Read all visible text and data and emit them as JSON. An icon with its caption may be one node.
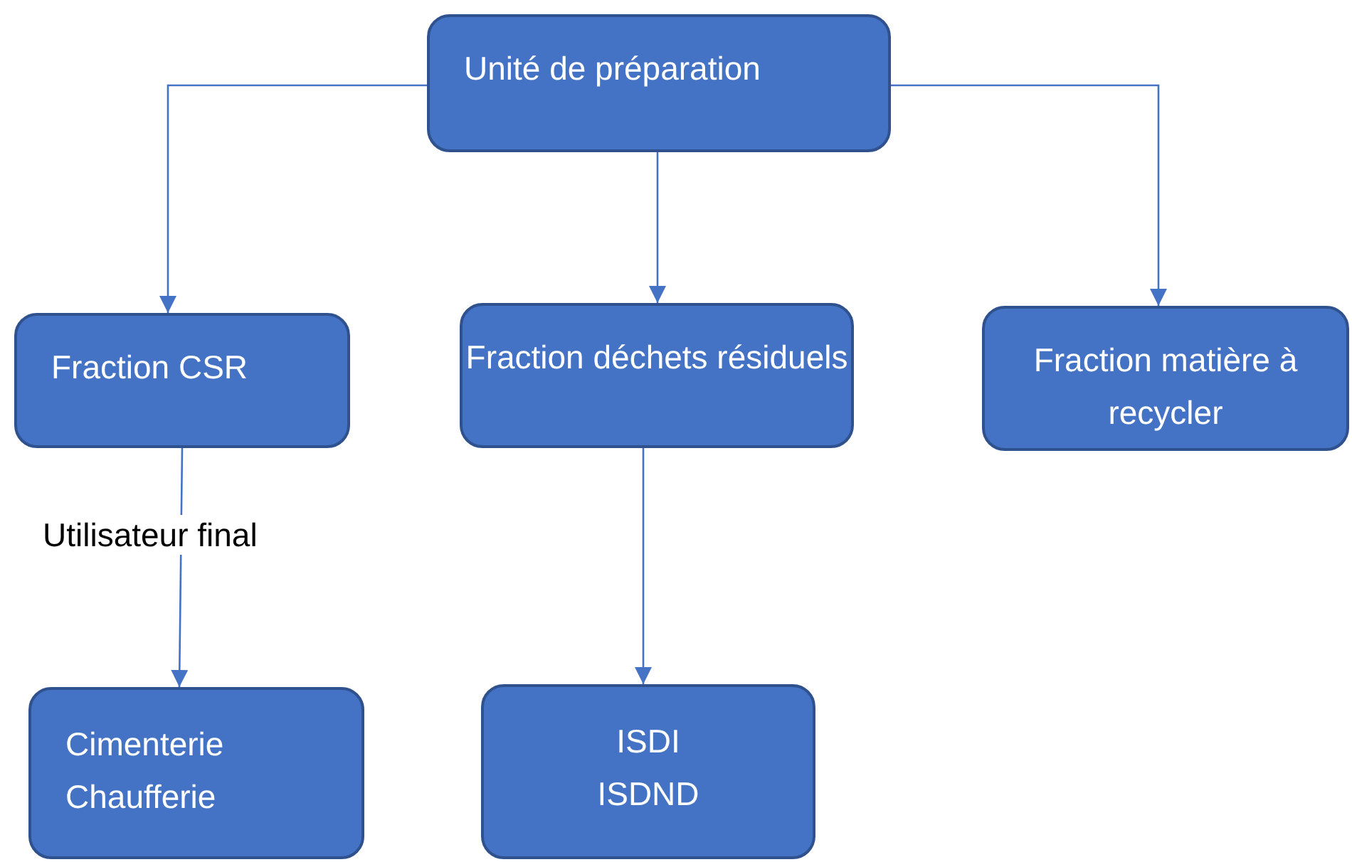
{
  "diagram": {
    "nodes": [
      {
        "text": [
          "Unité de préparation"
        ]
      },
      {
        "text": [
          "Fraction CSR"
        ]
      },
      {
        "text": [
          "Fraction déchets résiduels"
        ]
      },
      {
        "text": [
          "Fraction matière à recycler"
        ]
      },
      {
        "text": [
          "Cimenterie",
          "Chaufferie"
        ]
      },
      {
        "text": [
          "ISDI",
          "ISDND"
        ]
      }
    ],
    "edges": [
      {
        "from": 0,
        "to": 1,
        "arrow": "to"
      },
      {
        "from": 0,
        "to": 2,
        "arrow": "to"
      },
      {
        "from": 0,
        "to": 3,
        "arrow": "to"
      },
      {
        "from": 1,
        "to": 4,
        "arrow": "to",
        "label": "Utilisateur final"
      },
      {
        "from": 2,
        "to": 5,
        "arrow": "to"
      }
    ]
  }
}
